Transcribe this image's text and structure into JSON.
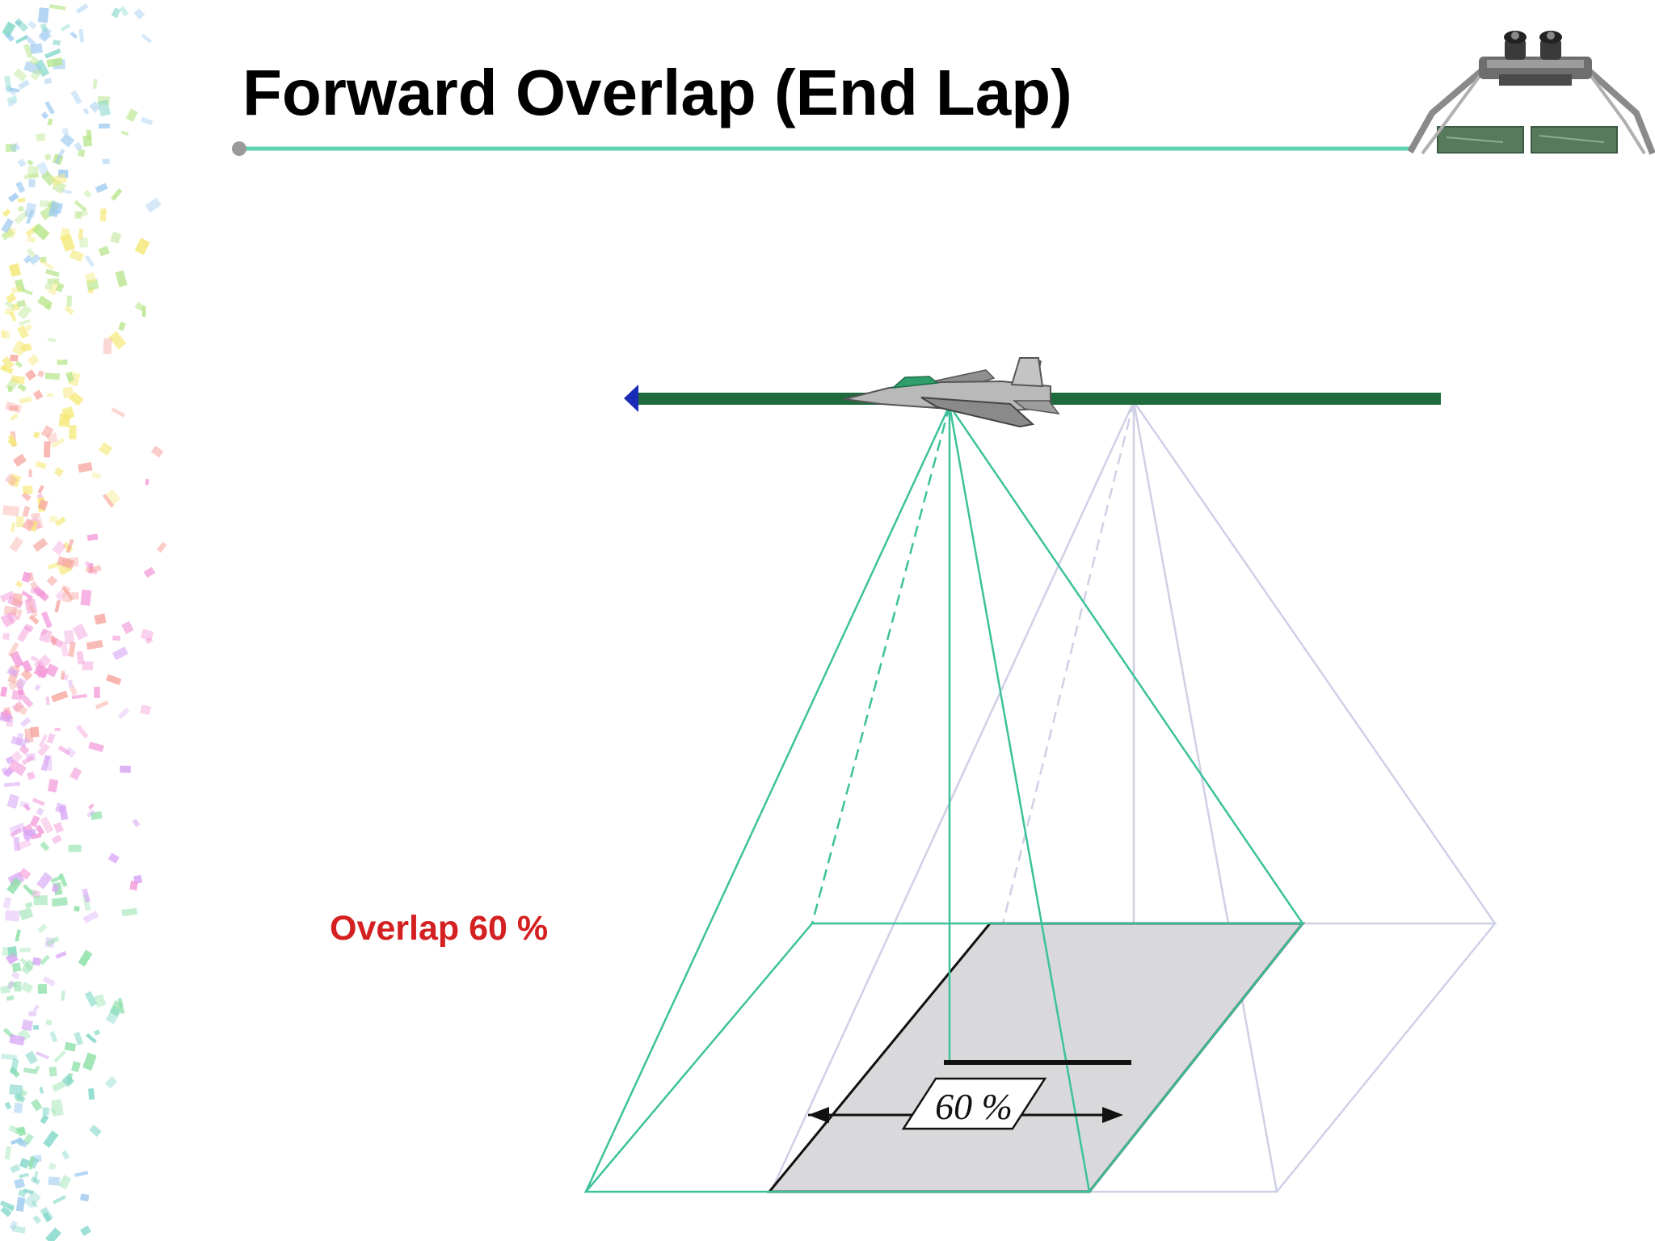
{
  "slide": {
    "title": "Forward Overlap (End Lap)"
  },
  "diagram": {
    "overlap_label": "Overlap 60 %",
    "percent_label": "60 %",
    "forward_overlap_percent": 60
  },
  "icons": {
    "aircraft": "jet-aircraft-icon",
    "flight_arrow": "arrow-left-icon",
    "stereoscope": "stereoscope-logo-icon",
    "background": "confetti-decoration"
  },
  "colors": {
    "title_rule": "#5fd3b0",
    "flight_line": "#1f6b3d",
    "arrow_head": "#1a2bb5",
    "footprint_current": "#3cc29a",
    "footprint_next": "#cfd0e6",
    "overlap_fill": "#d9d9db",
    "overlap_text": "#d42020"
  }
}
